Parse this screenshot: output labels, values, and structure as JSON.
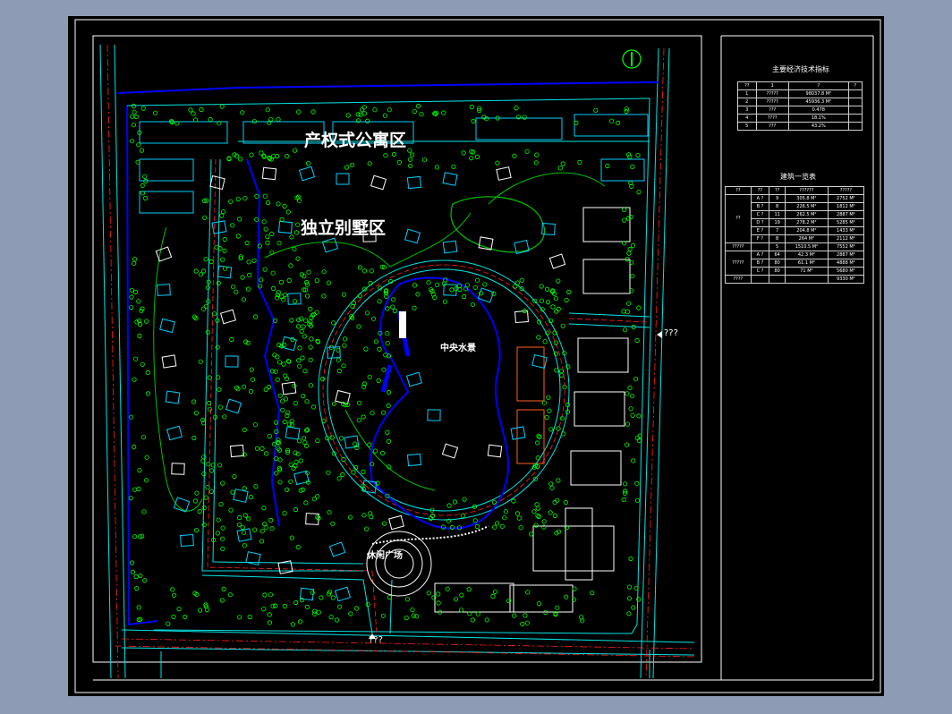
{
  "labels": {
    "apartment_zone": "产权式公寓区",
    "villa_zone": "独立别墅区",
    "central_water": "中央水景",
    "plaza": "休闲广场",
    "east_entrance": "???",
    "south_entrance": "???"
  },
  "icons": {
    "north_arrow": "north-arrow-icon"
  },
  "colors": {
    "background": "#000000",
    "water": "#0000ff",
    "road": "#ff2020",
    "boundary": "#00e5e5",
    "tree": "#00ff00",
    "building": "#00d0ff"
  },
  "tech_table": {
    "title": "主要经济技术指标",
    "header": [
      "??",
      "1",
      "?",
      "?"
    ],
    "rows": [
      [
        "1",
        "?????",
        "98037.8 M²",
        ""
      ],
      [
        "2",
        "?????",
        "45936.3 M²",
        ""
      ],
      [
        "3",
        "???",
        "0.478",
        ""
      ],
      [
        "4",
        "????",
        "18.1%",
        ""
      ],
      [
        "5",
        "???",
        "43.2%",
        ""
      ]
    ]
  },
  "build_table": {
    "title": "建筑一览表",
    "header": [
      "??",
      "??",
      "??",
      "??????",
      "?????"
    ],
    "groups": [
      {
        "name": "??",
        "rows": [
          [
            "A ?",
            "9",
            "305.8 M²",
            "2752 M²"
          ],
          [
            "B ?",
            "8",
            "226.5 M²",
            "1812 M²"
          ],
          [
            "C ?",
            "11",
            "262.5 M²",
            "2887 M²"
          ],
          [
            "D ?",
            "19",
            "278.2 M²",
            "5285 M²"
          ],
          [
            "E ?",
            "7",
            "204.8 M²",
            "1433 M²"
          ],
          [
            "F ?",
            "8",
            "264 M²",
            "2112 M²"
          ]
        ]
      },
      {
        "name": "?????",
        "rows": [
          [
            "",
            "5",
            "1510.5 M²",
            "7552 M²"
          ]
        ]
      },
      {
        "name": "?????",
        "rows": [
          [
            "A ?",
            "64",
            "42.3 M²",
            "2887 M²"
          ],
          [
            "B ?",
            "80",
            "61.1 M²",
            "4888 M²"
          ],
          [
            "C ?",
            "80",
            "71 M²",
            "5680 M²"
          ]
        ]
      },
      {
        "name": "????",
        "rows": [
          [
            "",
            "",
            "",
            "9330 M²"
          ]
        ]
      }
    ]
  }
}
